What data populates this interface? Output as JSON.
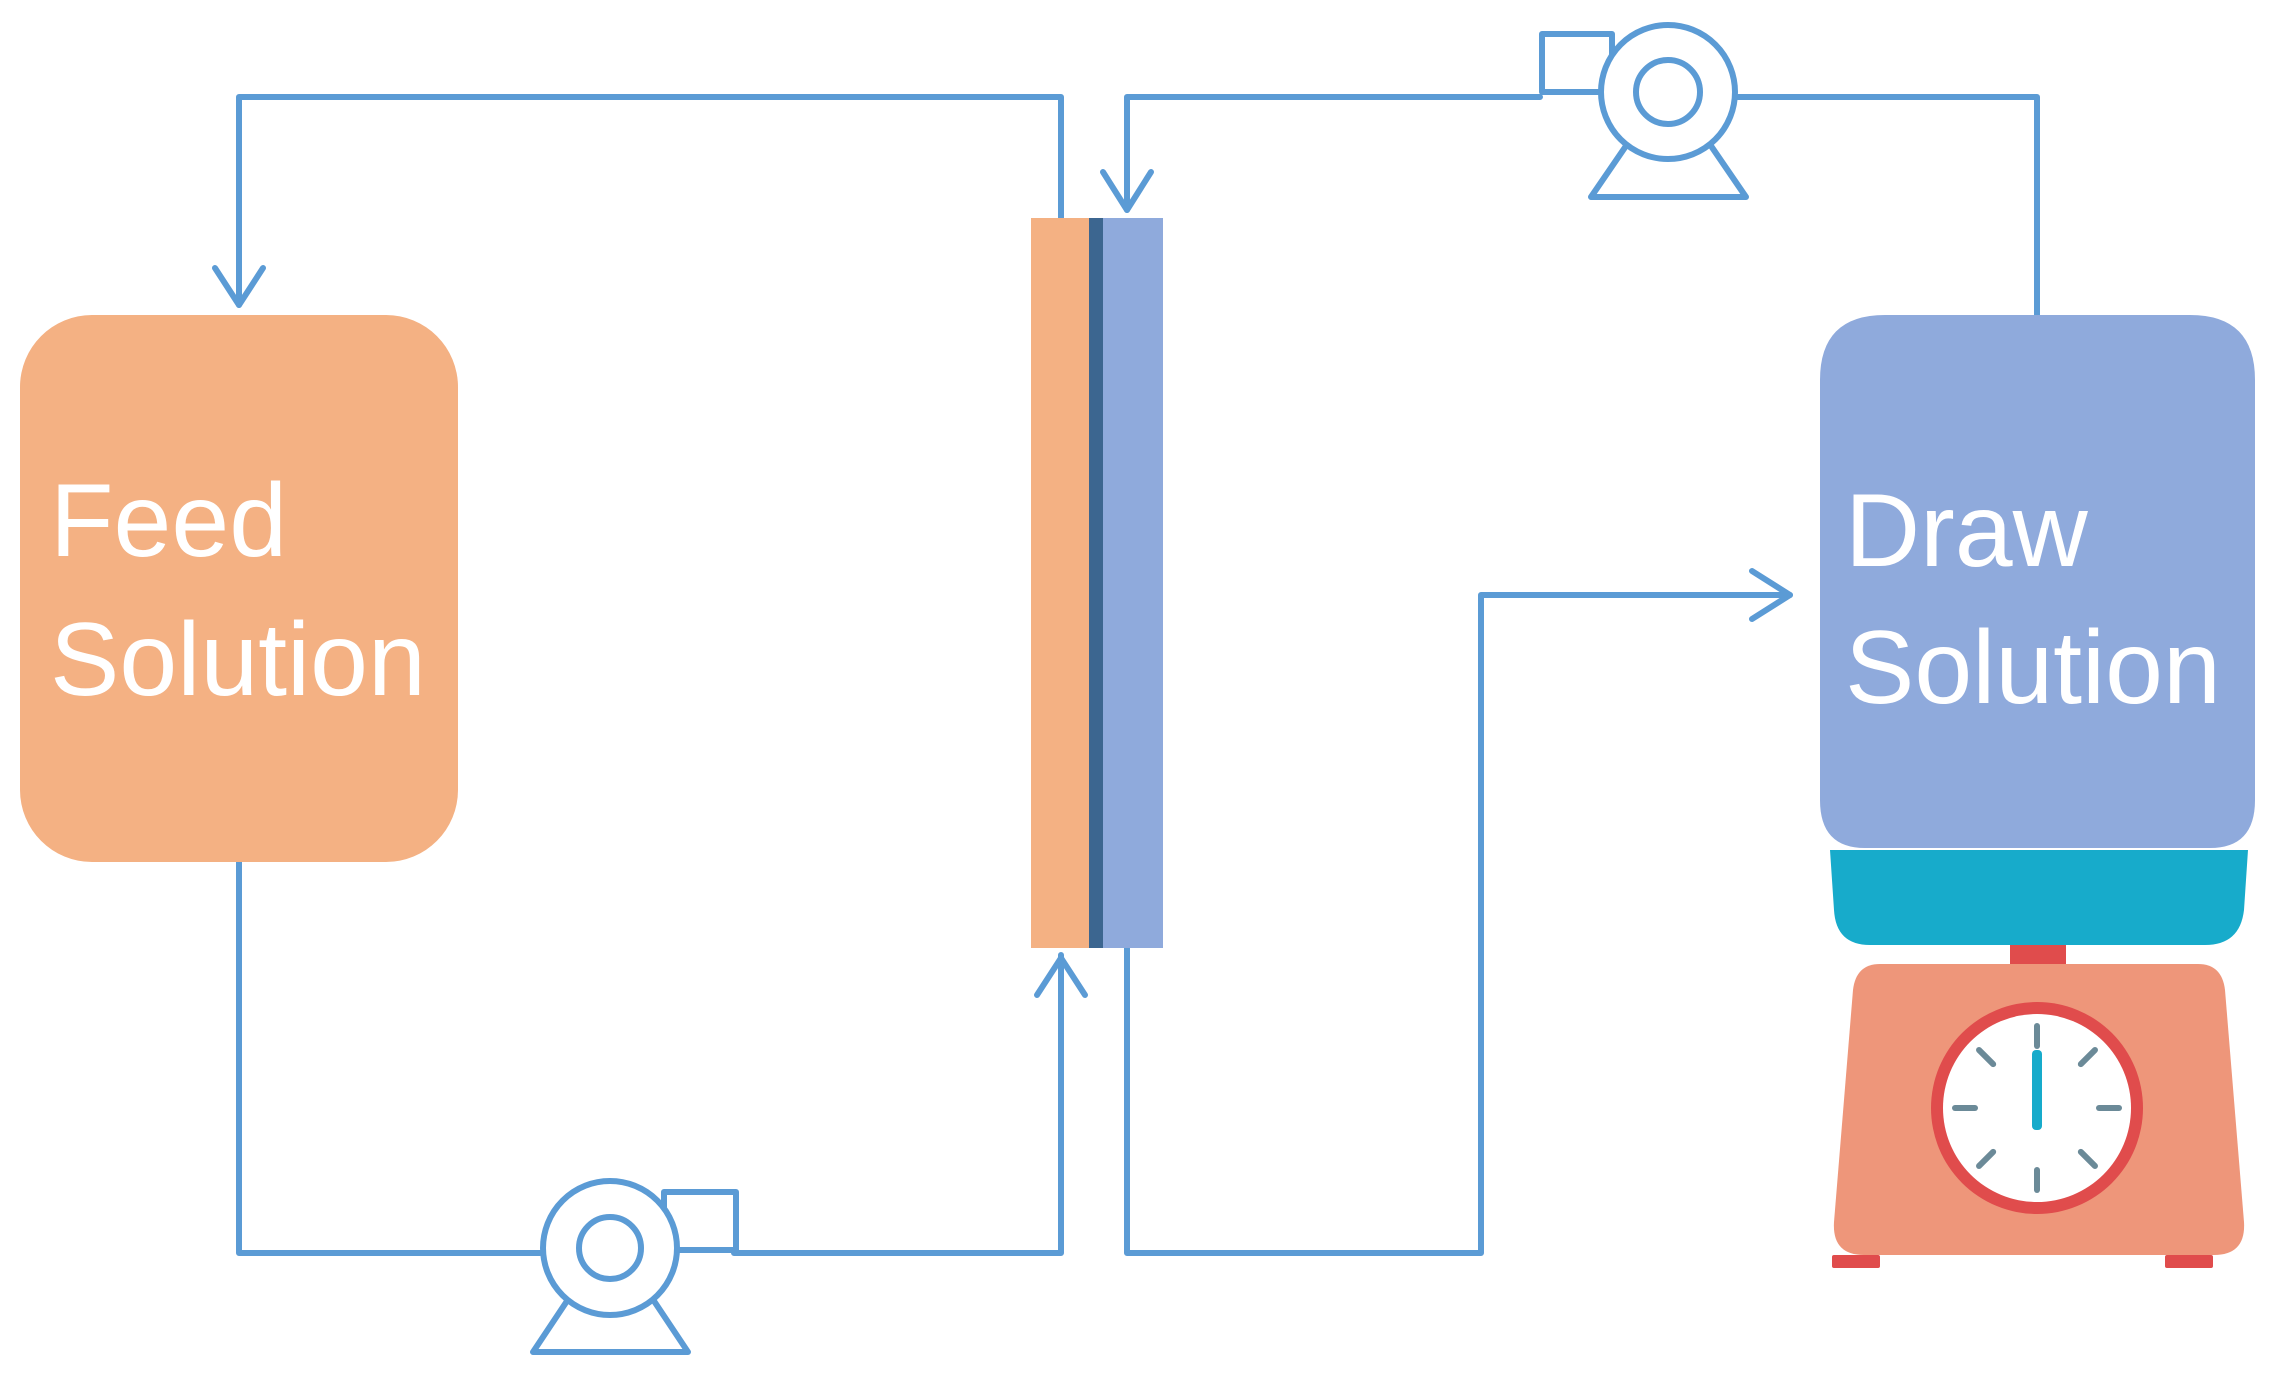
{
  "feed_tank": {
    "label_line1": "Feed",
    "label_line2": "Solution",
    "color": "#F4B183"
  },
  "draw_tank": {
    "label_line1": "Draw",
    "label_line2": "Solution",
    "color": "#8FAADC"
  },
  "membrane": {
    "feed_side_color": "#F4B183",
    "barrier_color": "#3C6690",
    "draw_side_color": "#8FAADC"
  },
  "scale": {
    "plate_color": "#17ABCB",
    "body_color": "#EE967A",
    "dial_rim_color": "#E04C4C",
    "needle_color": "#17ABCB"
  },
  "pipe_color": "#5B9BD5",
  "icons": {
    "pump": "pump-icon",
    "scale": "balance-scale-icon"
  }
}
